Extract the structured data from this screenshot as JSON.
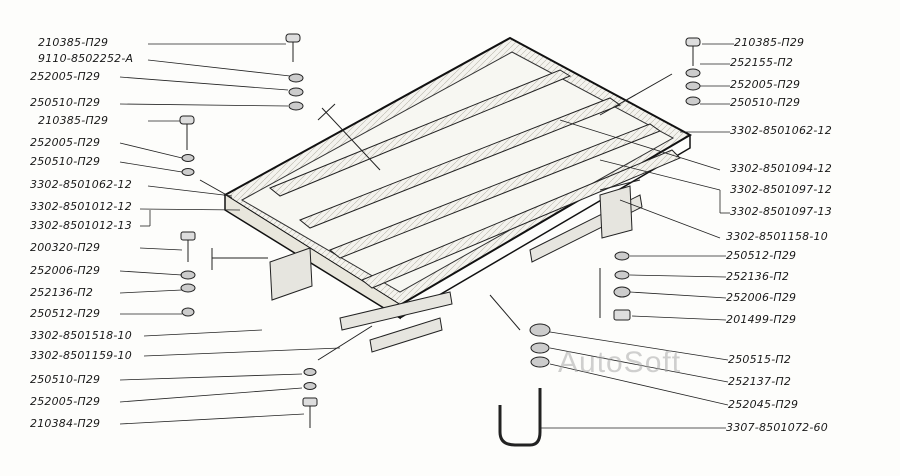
{
  "diagram": {
    "watermark": "AutoSoft",
    "left_labels": [
      "210385-П29",
      "9110-8502252-А",
      "252005-П29",
      "250510-П29",
      "210385-П29",
      "252005-П29",
      "250510-П29",
      "3302-8501062-12",
      "3302-8501012-12",
      "3302-8501012-13",
      "200320-П29",
      "252006-П29",
      "252136-П2",
      "250512-П29",
      "3302-8501518-10",
      "3302-8501159-10",
      "250510-П29",
      "252005-П29",
      "210384-П29"
    ],
    "right_labels": [
      "210385-П29",
      "252155-П2",
      "252005-П29",
      "250510-П29",
      "3302-8501062-12",
      "3302-8501094-12",
      "3302-8501097-12",
      "3302-8501097-13",
      "3302-8501158-10",
      "250512-П29",
      "252136-П2",
      "252006-П29",
      "201499-П29",
      "250515-П2",
      "252137-П2",
      "252045-П29",
      "3307-8501072-60"
    ]
  }
}
